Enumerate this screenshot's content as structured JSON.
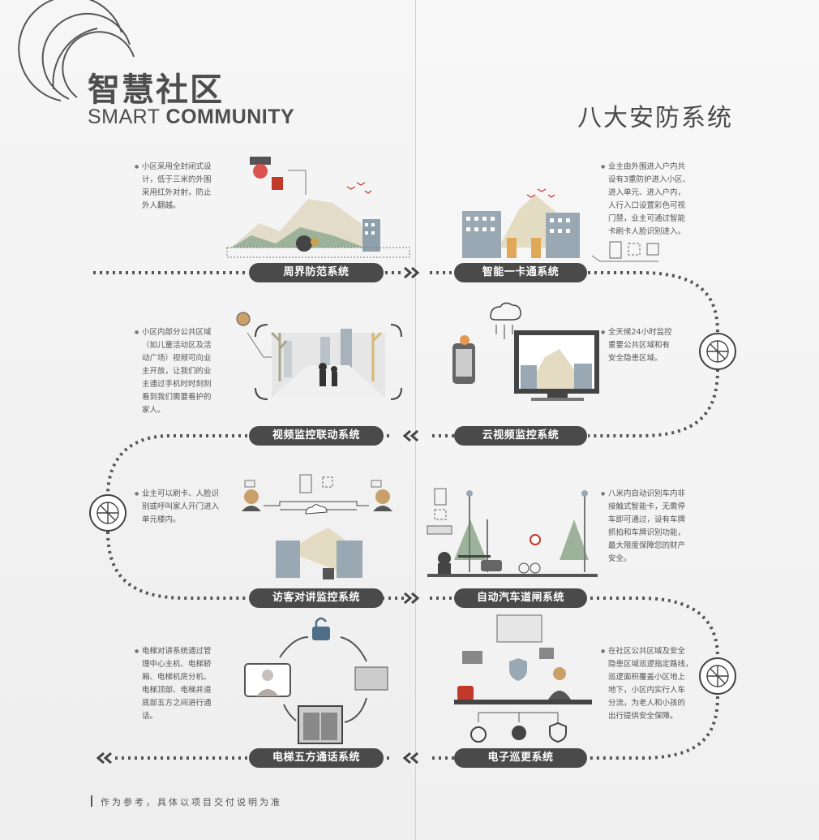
{
  "brand": {
    "title_cn": "智慧社区",
    "title_en_light": "SMART ",
    "title_en_bold": "COMMUNITY"
  },
  "heading": "八大安防系统",
  "systems": [
    {
      "name": "周界防范系统",
      "desc": [
        "小区采用全封闭式设",
        "计，低于三米的外围",
        "采用红外对射，防止",
        "外人翻越。"
      ]
    },
    {
      "name": "智能一卡通系统",
      "desc": [
        "业主由外围进入户内共",
        "设有3重防护进入小区、",
        "进入单元、进入户内，",
        "人行入口设置彩色可视",
        "门禁，业主可通过智能",
        "卡刷卡人脸识别进入。"
      ]
    },
    {
      "name": "视频监控联动系统",
      "desc": [
        "小区内部分公共区域",
        "（如儿童活动区及活",
        "动广场）视频可向业",
        "主开放，让我们的业",
        "主通过手机时时刻刻",
        "看到我们需要看护的",
        "家人。"
      ]
    },
    {
      "name": "云视频监控系统",
      "desc": [
        "全天候24小时监控",
        "重要公共区域和有",
        "安全隐患区域。"
      ]
    },
    {
      "name": "访客对讲监控系统",
      "desc": [
        "业主可以刷卡、人脸识",
        "别或呼叫家人开门进入",
        "单元楼内。"
      ]
    },
    {
      "name": "自动汽车道闸系统",
      "desc": [
        "八米内自动识别车内非",
        "接触式智能卡，无需停",
        "车即可通过，设有车牌",
        "抓拍和车牌识别功能，",
        "最大限度保障您的财产",
        "安全。"
      ]
    },
    {
      "name": "电梯五方通话系统",
      "desc": [
        "电梯对讲系统通过管",
        "理中心主机、电梯轿",
        "厢、电梯机房分机、",
        "电梯顶部、电梯井道",
        "底部五方之间进行通",
        "话。"
      ]
    },
    {
      "name": "电子巡更系统",
      "desc": [
        "在社区公共区域及安全",
        "隐患区域巡逻指定路线，",
        "巡逻面积覆盖小区地上",
        "地下，小区内实行人车",
        "分流，为老人和小孩的",
        "出行提供安全保障。"
      ]
    }
  ],
  "footnote": "作为参考，具体以项目交付说明为准",
  "colors": {
    "pill": "#4a4a4a",
    "accent": "#c0392b",
    "dots": "#555555"
  }
}
